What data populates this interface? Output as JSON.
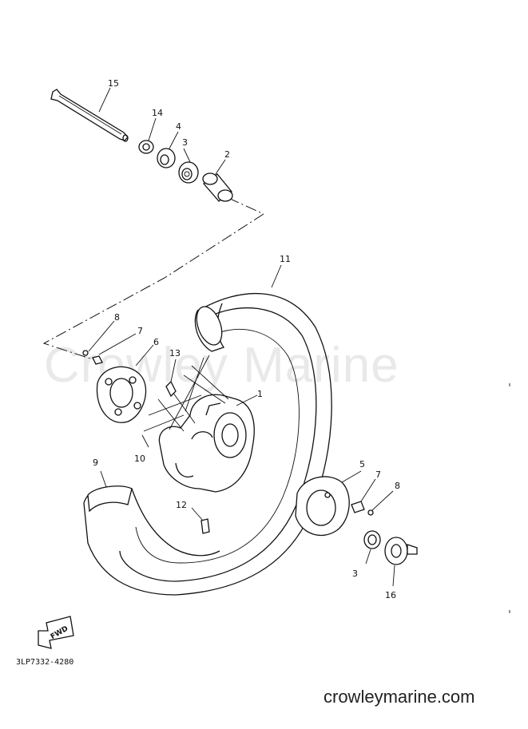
{
  "diagram": {
    "watermark": "Crowley Marine",
    "part_number": "3LP7332-4280",
    "site": "crowleymarine.com",
    "fwd_label": "FWD",
    "callouts": {
      "c15": "15",
      "c14": "14",
      "c4": "4",
      "c3a": "3",
      "c2": "2",
      "c11": "11",
      "c8a": "8",
      "c7a": "7",
      "c6": "6",
      "c13": "13",
      "c1": "1",
      "c10": "10",
      "c9": "9",
      "c12": "12",
      "c5": "5",
      "c7b": "7",
      "c8b": "8",
      "c3b": "3",
      "c16": "16"
    }
  }
}
